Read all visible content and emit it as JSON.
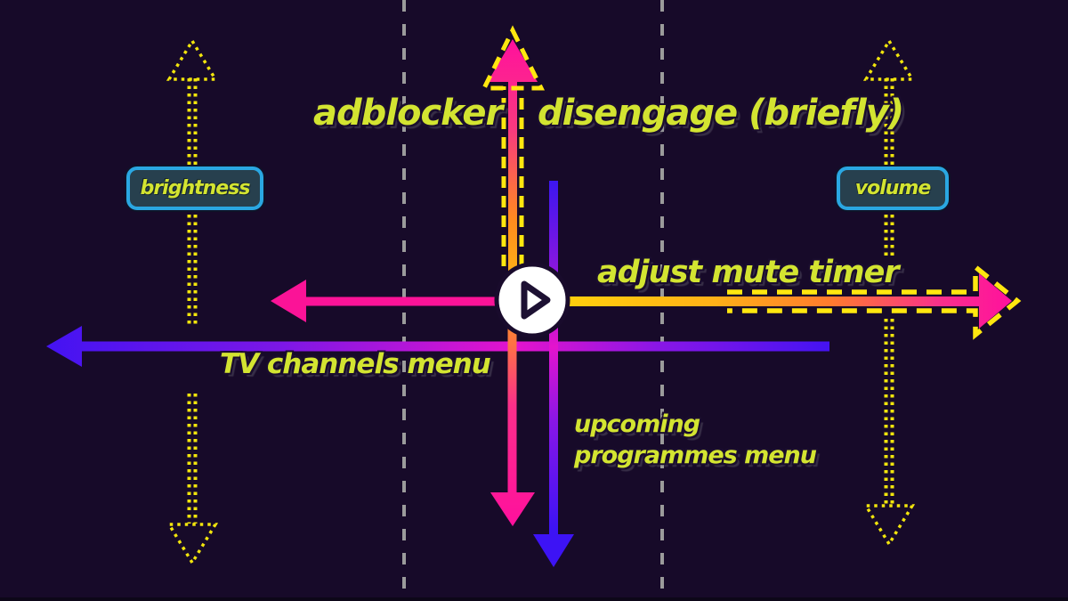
{
  "scene": {
    "background": "#170a29",
    "bottom_strip_color": "#0d0718",
    "description": "TV remote touchpad gesture map diagram"
  },
  "labels": {
    "adblocker": "adblocker",
    "disengage": "disengage (briefly)",
    "adjust_mute_timer": "adjust mute timer",
    "tv_channels_menu": "TV channels menu",
    "upcoming_programmes_menu": "upcoming programmes menu",
    "brightness": "brightness",
    "volume": "volume"
  },
  "icons": {
    "play": "play-icon"
  },
  "colors": {
    "label_text": "#d3e431",
    "pink": "#fb1397",
    "hot_pink": "#ff109d",
    "orange": "#ff7b2e",
    "yellow": "#ffd60a",
    "dash_yellow": "#ffe70f",
    "dot_yellow": "#f2e50c",
    "blue": "#4413f2",
    "magenta": "#e414cd",
    "gray_dash": "#9b9b9b",
    "box_border": "#2aa7e2",
    "box_fill": "#27404e",
    "play_circle": "#ffffff"
  },
  "gestures": [
    {
      "direction": "swipe up from centre (dashed pink arrow)",
      "label": "adblocker disengage (briefly)"
    },
    {
      "direction": "swipe right from centre (yellow-to-pink dashed arrow)",
      "label": "adjust mute timer"
    },
    {
      "direction": "swipe left (long blue arrow)",
      "label": "TV channels menu"
    },
    {
      "direction": "swipe down (long blue arrow)",
      "label": "upcoming programmes menu"
    },
    {
      "direction": "swipe up / down in left column (yellow dotted arrows)",
      "label": "brightness"
    },
    {
      "direction": "swipe up / down in right column (yellow dotted arrows)",
      "label": "volume"
    }
  ]
}
